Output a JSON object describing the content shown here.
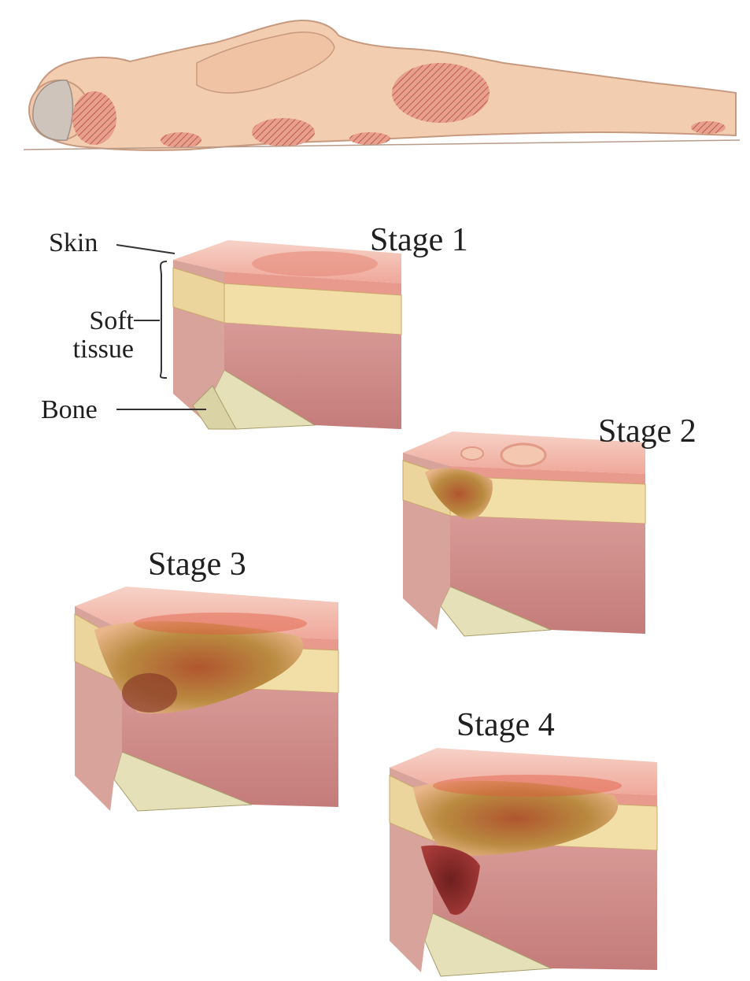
{
  "labels": {
    "skin": "Skin",
    "soft_tissue": "Soft\ntissue",
    "bone": "Bone"
  },
  "stages": [
    {
      "label": "Stage 1"
    },
    {
      "label": "Stage 2"
    },
    {
      "label": "Stage 3"
    },
    {
      "label": "Stage 4"
    }
  ],
  "colors": {
    "skin_pink": "#f0a8a0",
    "fat_yellow": "#f2dfa8",
    "muscle": "#c98585",
    "bone": "#e6e0b8",
    "wound_red": "#c8503c",
    "wound_yellow": "#b88a3a",
    "body_skin": "#f3cdb0",
    "pressure_area": "#d77a6e"
  }
}
